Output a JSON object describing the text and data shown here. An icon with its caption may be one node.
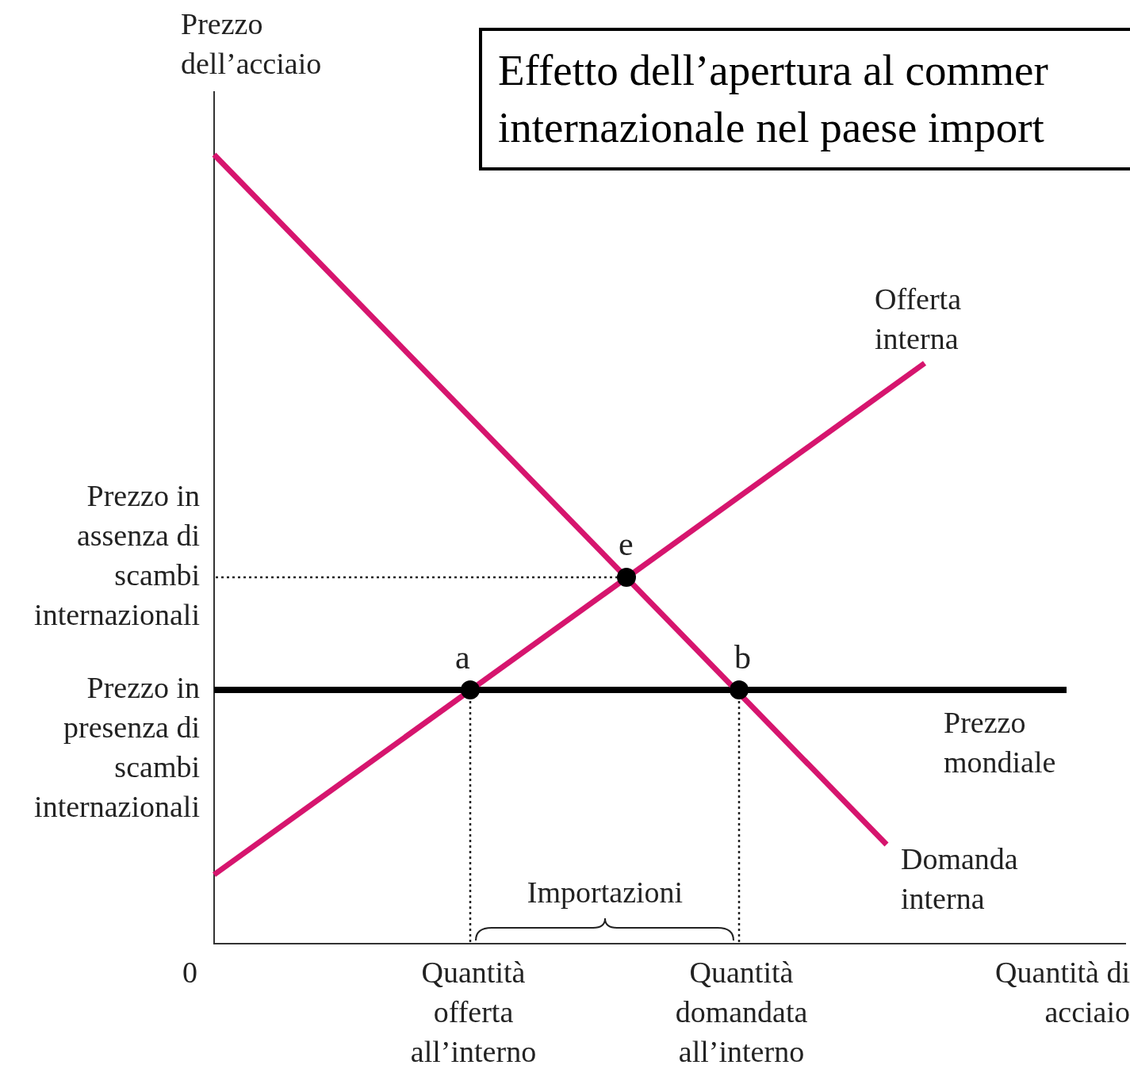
{
  "diagram": {
    "title": "Effetto dell’apertura al commer internazionale nel paese import",
    "labels": [
      "Prezzo dell’acciaio",
      "Offerta interna",
      "Prezzo in assenza di scambi internazionali",
      "e",
      "a",
      "b",
      "Prezzo in presenza di scambi internazionali",
      "Prezzo mondiale",
      "Domanda interna",
      "Importazioni",
      "0",
      "Quantità offerta all’interno",
      "Quantità domandata all’interno",
      "Quantità di acciaio"
    ]
  }
}
